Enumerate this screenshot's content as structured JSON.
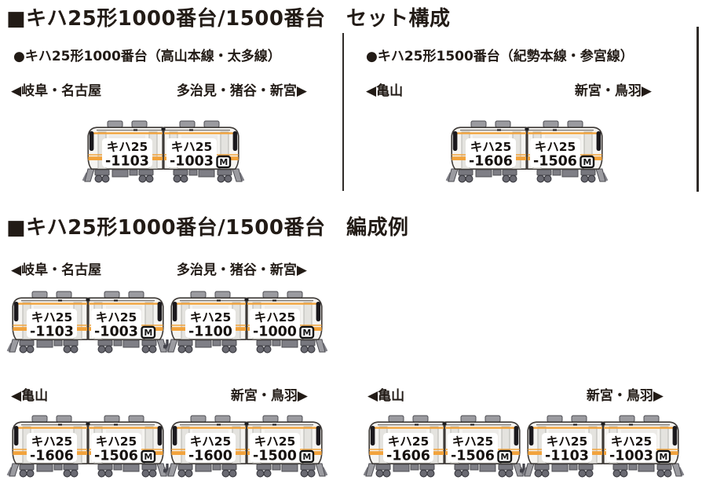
{
  "badge_m_label": "M",
  "colors": {
    "ink": "#221b16",
    "orange": "#f2a33c",
    "body_fill": "#f5f4f1",
    "body_stroke": "#3e3a37",
    "roof_gray": "#9b9ba0",
    "roof_seam": "#57504b",
    "under_gray": "#7f7f86",
    "under_stroke": "#4c4c52",
    "door_gray": "#e4e3df",
    "door_stroke": "#b5b4b0",
    "window_dark": "#1b191d",
    "number_ink": "#16110e",
    "coupler_dark": "#42424a"
  },
  "sections": {
    "set": {
      "title": "■キハ25形1000番台/1500番台　セット構成",
      "groups": [
        {
          "heading": "●キハ25形1000番台（高山本線・太多線）",
          "dir_left": "◀岐阜・名古屋",
          "dir_right": "多治見・猪谷・新宮▶",
          "units": [
            [
              {
                "no1": "キハ25",
                "no2": "-1103",
                "m": false
              },
              {
                "no1": "キハ25",
                "no2": "-1003",
                "m": true
              }
            ]
          ]
        },
        {
          "heading": "●キハ25形1500番台（紀勢本線・参宮線）",
          "dir_left": "◀亀山",
          "dir_right": "新宮・鳥羽▶",
          "units": [
            [
              {
                "no1": "キハ25",
                "no2": "-1606",
                "m": false
              },
              {
                "no1": "キハ25",
                "no2": "-1506",
                "m": true
              }
            ]
          ]
        }
      ]
    },
    "formation": {
      "title": "■キハ25形1000番台/1500番台　編成例",
      "examples": [
        {
          "dir_left": "◀岐阜・名古屋",
          "dir_right": "多治見・猪谷・新宮▶",
          "units": [
            [
              {
                "no1": "キハ25",
                "no2": "-1103",
                "m": false
              },
              {
                "no1": "キハ25",
                "no2": "-1003",
                "m": true
              }
            ],
            [
              {
                "no1": "キハ25",
                "no2": "-1100",
                "m": false
              },
              {
                "no1": "キハ25",
                "no2": "-1000",
                "m": true
              }
            ]
          ]
        },
        {
          "dir_left": "◀亀山",
          "dir_right": "新宮・鳥羽▶",
          "units": [
            [
              {
                "no1": "キハ25",
                "no2": "-1606",
                "m": false
              },
              {
                "no1": "キハ25",
                "no2": "-1506",
                "m": true
              }
            ],
            [
              {
                "no1": "キハ25",
                "no2": "-1600",
                "m": false
              },
              {
                "no1": "キハ25",
                "no2": "-1500",
                "m": true
              }
            ]
          ]
        },
        {
          "dir_left": "◀亀山",
          "dir_right": "新宮・鳥羽▶",
          "units": [
            [
              {
                "no1": "キハ25",
                "no2": "-1606",
                "m": false
              },
              {
                "no1": "キハ25",
                "no2": "-1506",
                "m": true
              }
            ],
            [
              {
                "no1": "キハ25",
                "no2": "-1103",
                "m": false
              },
              {
                "no1": "キハ25",
                "no2": "-1003",
                "m": true
              }
            ]
          ]
        }
      ]
    }
  }
}
